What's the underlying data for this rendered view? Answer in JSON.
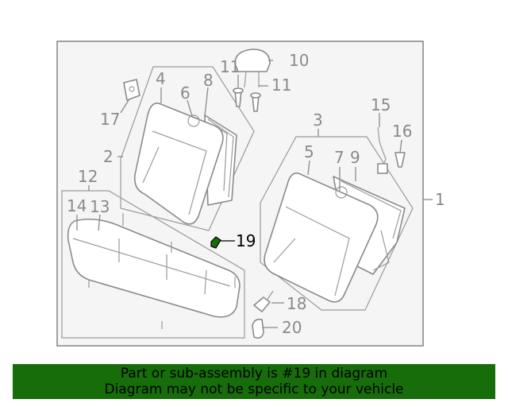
{
  "diagram": {
    "callouts": {
      "c1": "1",
      "c2": "2",
      "c3": "3",
      "c4": "4",
      "c5": "5",
      "c6": "6",
      "c7": "7",
      "c8": "8",
      "c9": "9",
      "c10": "10",
      "c11a": "11",
      "c11b": "11",
      "c12": "12",
      "c13": "13",
      "c14": "14",
      "c15": "15",
      "c16": "16",
      "c17": "17",
      "c18": "18",
      "c19": "19",
      "c20": "20"
    },
    "highlight_part": "19",
    "colors": {
      "line": "#8a8a8a",
      "panel_bg": "#f5f5f5",
      "highlight": "#166d09",
      "banner_bg": "#166d09"
    }
  },
  "banner": {
    "line1": "Part or sub-assembly is #19 in diagram",
    "line2": "Diagram may not be specific to your vehicle"
  }
}
